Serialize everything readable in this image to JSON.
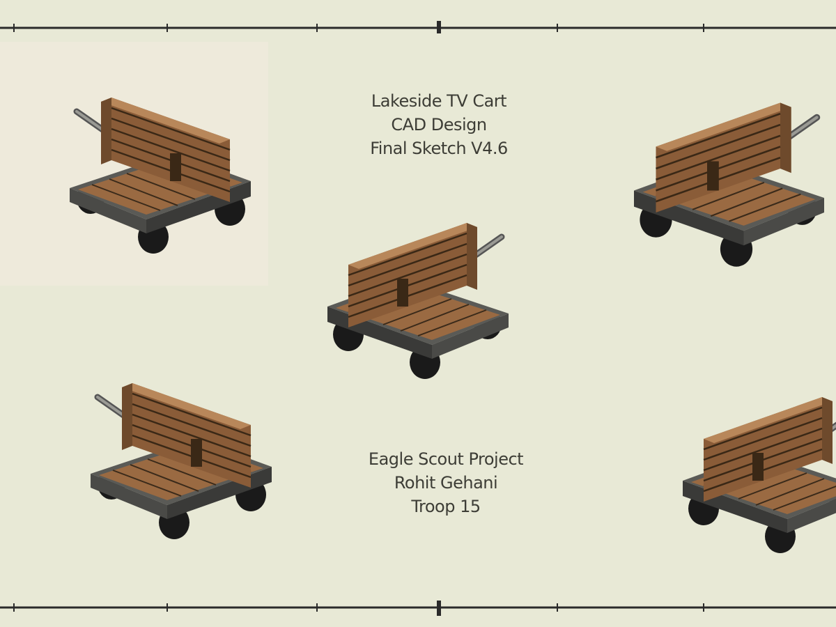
{
  "title_block": {
    "line1": "Lakeside TV Cart",
    "line2": "CAD Design",
    "line3": "Final Sketch V4.6"
  },
  "credit_block": {
    "line1": "Eagle Scout Project",
    "line2": "Rohit Gehani",
    "line3": "Troop 15"
  },
  "colors": {
    "background": "#e8e9d6",
    "wood": "#9a6a42",
    "frame": "#4a4a48",
    "border_line": "#2a2a2a"
  }
}
